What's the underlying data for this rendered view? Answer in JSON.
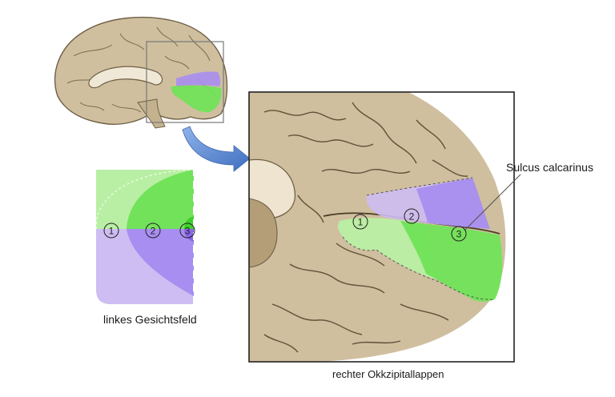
{
  "labels": {
    "visual_field": "linkes Gesichtsfeld",
    "occipital_lobe": "rechter Okkzipitallappen",
    "calcarine_sulcus": "Sulcus calcarinus"
  },
  "markers": [
    "1",
    "2",
    "3"
  ],
  "colors": {
    "brain": "#cfbf9f",
    "brain_outline": "#6f5f45",
    "green_light": "#b9efa4",
    "green": "#72e25a",
    "purple_light": "#cdbdf2",
    "purple": "#a88ef0",
    "arrow": "#4f7fce"
  }
}
